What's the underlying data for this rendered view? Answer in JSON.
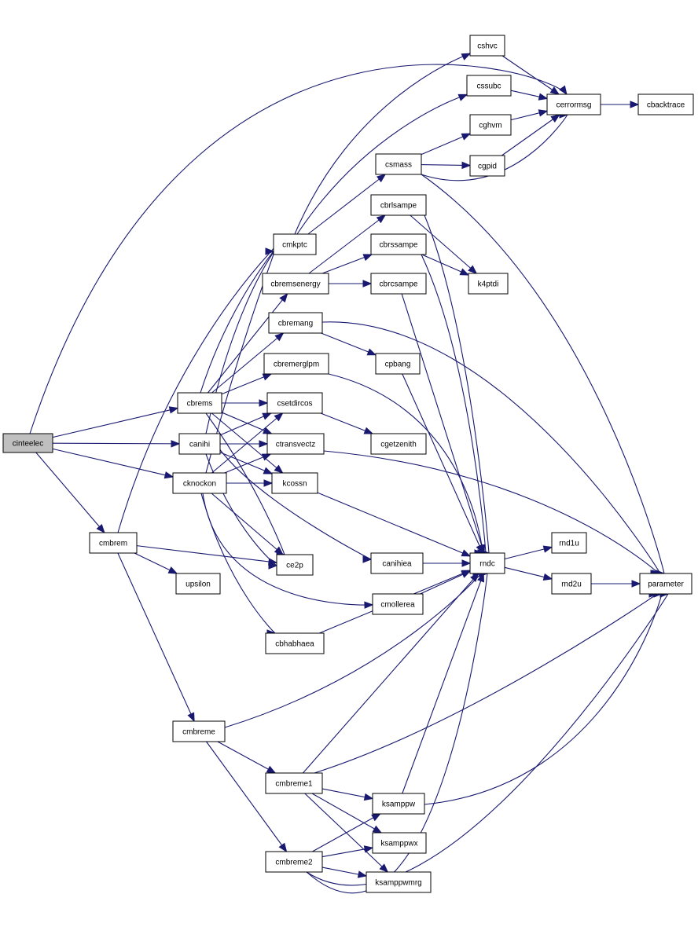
{
  "edge_color": "#191970",
  "root_fill": "#bfbfbf",
  "nodes": {
    "cinteelec": "cinteelec",
    "cmkptc": "cmkptc",
    "cshvc": "cshvc",
    "cssubc": "cssubc",
    "cerrormsg": "cerrormsg",
    "cbacktrace": "cbacktrace",
    "cghvm": "cghvm",
    "csmass": "csmass",
    "cgpid": "cgpid",
    "cbrlsampe": "cbrlsampe",
    "cbrssampe": "cbrssampe",
    "cbremsenergy": "cbremsenergy",
    "cbrcsampe": "cbrcsampe",
    "k4ptdi": "k4ptdi",
    "cbremang": "cbremang",
    "cpbang": "cpbang",
    "cbremerglpm": "cbremerglpm",
    "cbrems": "cbrems",
    "csetdircos": "csetdircos",
    "cgetzenith": "cgetzenith",
    "canihi": "canihi",
    "ctransvectz": "ctransvectz",
    "cknockon": "cknockon",
    "kcossn": "kcossn",
    "cmbrem": "cmbrem",
    "ce2p": "ce2p",
    "canihiea": "canihiea",
    "rndc": "rndc",
    "rnd1u": "rnd1u",
    "rnd2u": "rnd2u",
    "parameter": "parameter",
    "upsilon": "upsilon",
    "cmollerea": "cmollerea",
    "cbhabhaea": "cbhabhaea",
    "cmbreme": "cmbreme",
    "cmbreme1": "cmbreme1",
    "ksamppw": "ksamppw",
    "ksamppwx": "ksamppwx",
    "cmbreme2": "cmbreme2",
    "ksamppwmrg": "ksamppwmrg"
  },
  "edges": [
    [
      "cinteelec",
      "cerrormsg"
    ],
    [
      "cinteelec",
      "cbrems"
    ],
    [
      "cinteelec",
      "canihi"
    ],
    [
      "cinteelec",
      "cknockon"
    ],
    [
      "cinteelec",
      "cmbrem"
    ],
    [
      "cmkptc",
      "cshvc"
    ],
    [
      "cmkptc",
      "cssubc"
    ],
    [
      "cmkptc",
      "csmass"
    ],
    [
      "cshvc",
      "cerrormsg"
    ],
    [
      "cssubc",
      "cerrormsg"
    ],
    [
      "cerrormsg",
      "cbacktrace"
    ],
    [
      "csmass",
      "cghvm"
    ],
    [
      "csmass",
      "cgpid"
    ],
    [
      "csmass",
      "cerrormsg"
    ],
    [
      "csmass",
      "parameter"
    ],
    [
      "cghvm",
      "cerrormsg"
    ],
    [
      "cgpid",
      "cerrormsg"
    ],
    [
      "cbremsenergy",
      "cbrlsampe"
    ],
    [
      "cbremsenergy",
      "cbrssampe"
    ],
    [
      "cbremsenergy",
      "cbrcsampe"
    ],
    [
      "cbrlsampe",
      "k4ptdi"
    ],
    [
      "cbrlsampe",
      "rndc"
    ],
    [
      "cbrssampe",
      "k4ptdi"
    ],
    [
      "cbrssampe",
      "rndc"
    ],
    [
      "cbrcsampe",
      "rndc"
    ],
    [
      "cbremang",
      "cpbang"
    ],
    [
      "cbremang",
      "parameter"
    ],
    [
      "cpbang",
      "rndc"
    ],
    [
      "cbremerglpm",
      "rndc"
    ],
    [
      "cbrems",
      "cmkptc"
    ],
    [
      "cbrems",
      "cbremsenergy"
    ],
    [
      "cbrems",
      "cbremang"
    ],
    [
      "cbrems",
      "cbremerglpm"
    ],
    [
      "cbrems",
      "csetdircos"
    ],
    [
      "cbrems",
      "ctransvectz"
    ],
    [
      "cbrems",
      "kcossn"
    ],
    [
      "cbrems",
      "ce2p"
    ],
    [
      "csetdircos",
      "cgetzenith"
    ],
    [
      "canihi",
      "cmkptc"
    ],
    [
      "canihi",
      "csetdircos"
    ],
    [
      "canihi",
      "ctransvectz"
    ],
    [
      "canihi",
      "kcossn"
    ],
    [
      "canihi",
      "ce2p"
    ],
    [
      "canihi",
      "canihiea"
    ],
    [
      "ctransvectz",
      "parameter"
    ],
    [
      "cknockon",
      "cmkptc"
    ],
    [
      "cknockon",
      "csetdircos"
    ],
    [
      "cknockon",
      "ctransvectz"
    ],
    [
      "cknockon",
      "kcossn"
    ],
    [
      "cknockon",
      "ce2p"
    ],
    [
      "cknockon",
      "cmollerea"
    ],
    [
      "cknockon",
      "cbhabhaea"
    ],
    [
      "kcossn",
      "rndc"
    ],
    [
      "cmbrem",
      "cmkptc"
    ],
    [
      "cmbrem",
      "ce2p"
    ],
    [
      "cmbrem",
      "upsilon"
    ],
    [
      "cmbrem",
      "cmbreme"
    ],
    [
      "canihiea",
      "rndc"
    ],
    [
      "rndc",
      "rnd1u"
    ],
    [
      "rndc",
      "rnd2u"
    ],
    [
      "rnd2u",
      "parameter"
    ],
    [
      "cmollerea",
      "rndc"
    ],
    [
      "cbhabhaea",
      "rndc"
    ],
    [
      "cmbreme",
      "rndc"
    ],
    [
      "cmbreme",
      "cmbreme1"
    ],
    [
      "cmbreme",
      "cmbreme2"
    ],
    [
      "cmbreme1",
      "rndc"
    ],
    [
      "cmbreme1",
      "parameter"
    ],
    [
      "cmbreme1",
      "ksamppw"
    ],
    [
      "cmbreme1",
      "ksamppwx"
    ],
    [
      "cmbreme1",
      "ksamppwmrg"
    ],
    [
      "ksamppw",
      "rndc"
    ],
    [
      "ksamppw",
      "parameter"
    ],
    [
      "cmbreme2",
      "ksamppw"
    ],
    [
      "cmbreme2",
      "ksamppwx"
    ],
    [
      "cmbreme2",
      "ksamppwmrg"
    ],
    [
      "cmbreme2",
      "rndc"
    ],
    [
      "cmbreme2",
      "parameter"
    ]
  ]
}
